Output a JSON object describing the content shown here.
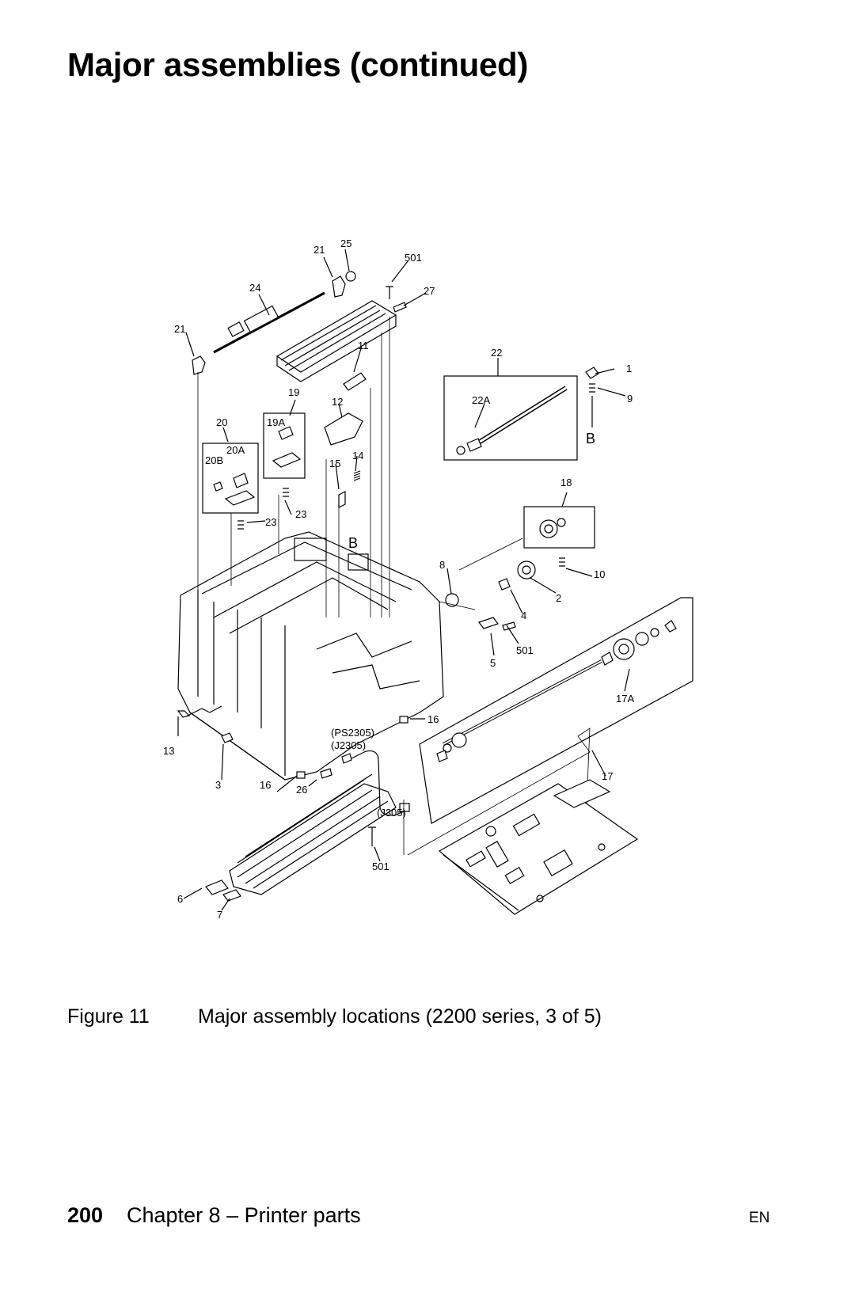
{
  "page": {
    "title": "Major assemblies (continued)",
    "figure_number": "Figure 11",
    "figure_caption": "Major assembly locations (2200 series, 3 of 5)",
    "page_number": "200",
    "chapter": "Chapter 8 –  Printer parts",
    "language": "EN"
  },
  "callouts": [
    "21",
    "25",
    "501",
    "24",
    "27",
    "21",
    "11",
    "22",
    "1",
    "9",
    "19",
    "12",
    "22A",
    "B",
    "20",
    "19A",
    "20A",
    "20B",
    "15",
    "14",
    "18",
    "23",
    "23",
    "B",
    "8",
    "10",
    "2",
    "4",
    "501",
    "5",
    "17A",
    "16",
    "13",
    "(PS2305)",
    "(J2305)",
    "3",
    "16",
    "26",
    "17",
    "(J305)",
    "501",
    "6",
    "7"
  ]
}
